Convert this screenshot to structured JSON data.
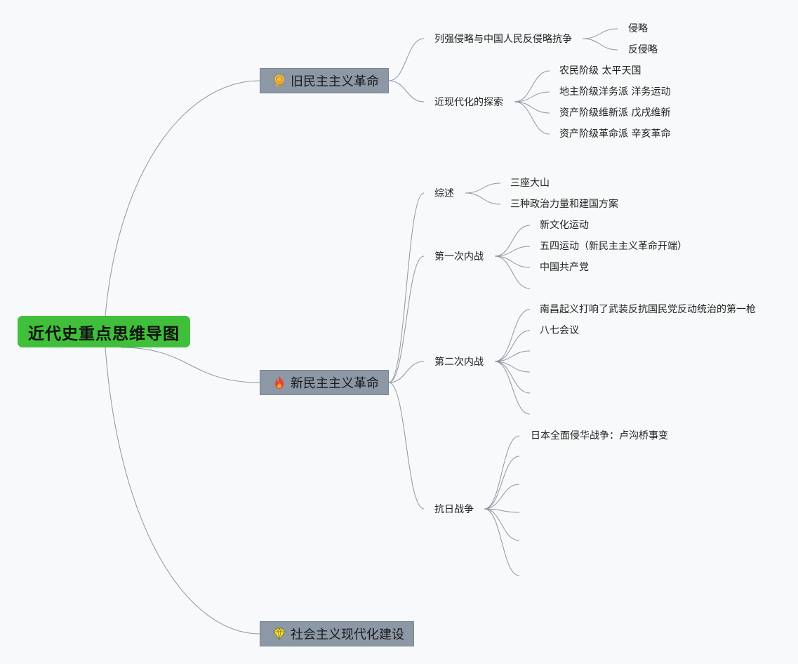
{
  "root": {
    "label": "近代史重点思维导图"
  },
  "topics": [
    {
      "label": "旧民主主义革命",
      "icon": "medal-icon",
      "subtopics": [
        {
          "label": "列强侵略与中国人民反侵略抗争",
          "children": [
            "侵略",
            "反侵略"
          ]
        },
        {
          "label": "近现代化的探索",
          "children": [
            "农民阶级 太平天国",
            "地主阶级洋务派 洋务运动",
            "资产阶级维新派 戊戌维新",
            "资产阶级革命派 辛亥革命"
          ]
        }
      ]
    },
    {
      "label": "新民主主义革命",
      "icon": "fire-icon",
      "subtopics": [
        {
          "label": "综述",
          "children": [
            "三座大山",
            "三种政治力量和建国方案"
          ]
        },
        {
          "label": "第一次内战",
          "children": [
            "新文化运动",
            "五四运动（新民主主义革命开端）",
            "中国共产党",
            ""
          ]
        },
        {
          "label": "第二次内战",
          "children": [
            "南昌起义打响了武装反抗国民党反动统治的第一枪",
            "八七会议",
            "",
            "",
            "",
            ""
          ]
        },
        {
          "label": "抗日战争",
          "children": [
            "日本全面侵华战争：卢沟桥事变",
            "",
            "",
            "",
            "",
            ""
          ]
        }
      ]
    },
    {
      "label": "社会主义现代化建设",
      "icon": "diamond-icon",
      "subtopics": []
    }
  ],
  "colors": {
    "root_fill": "#3fbf3a",
    "topic_fill": "#8c98a6",
    "connector": "#8e95a3",
    "background": "#f8f9fa"
  }
}
